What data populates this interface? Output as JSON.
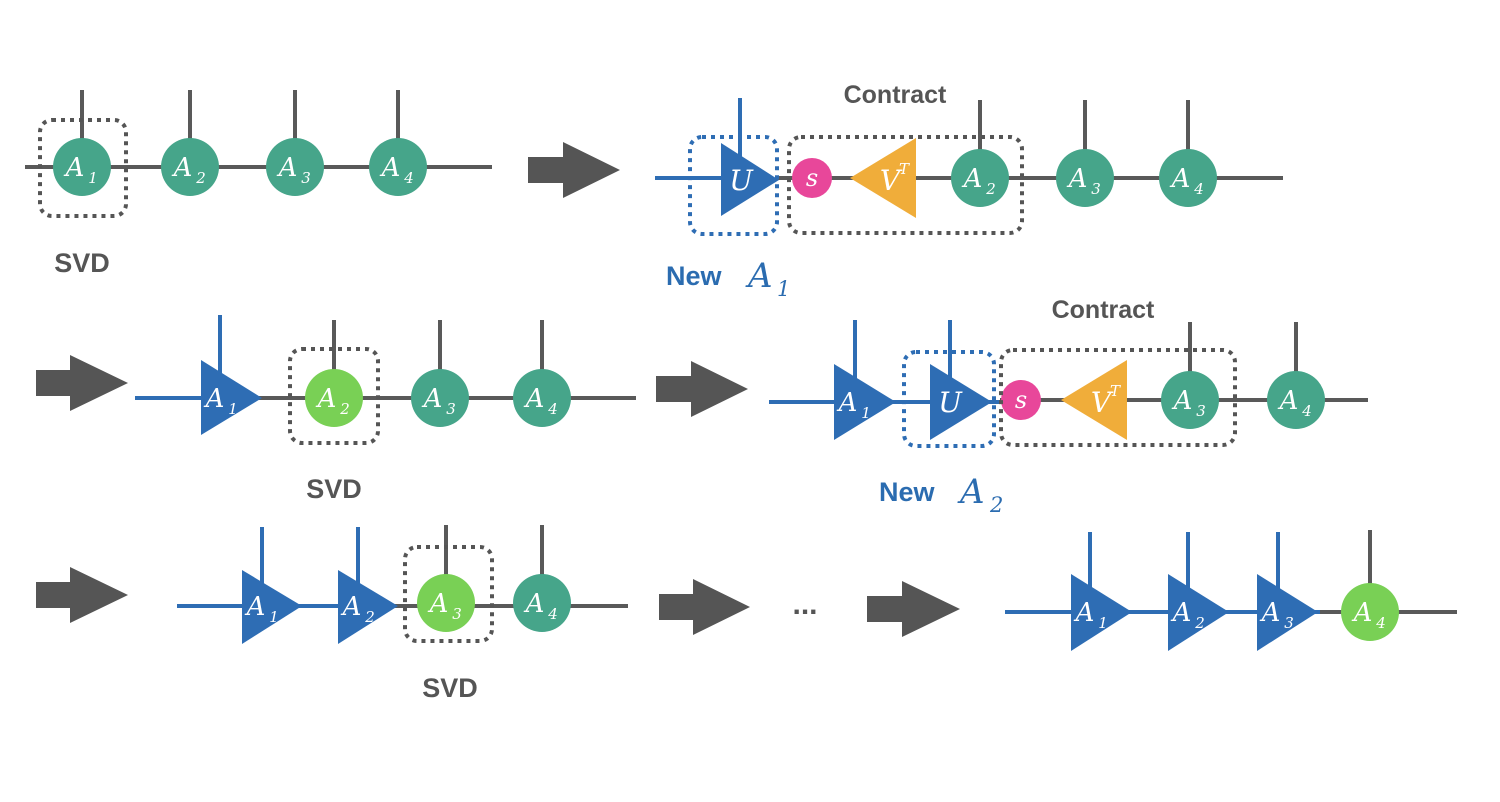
{
  "labels": {
    "svd": "SVD",
    "contract": "Contract",
    "new": "New",
    "ellipsis": "..."
  },
  "symbols": {
    "A": "A",
    "U": "U",
    "s": "s",
    "V": "V",
    "T": "T",
    "sub1": "1",
    "sub2": "2",
    "sub3": "3",
    "sub4": "4"
  },
  "colors": {
    "chain_line": "#595959",
    "isometry_blue": "#2e6db4",
    "tensor_teal": "#46a58a",
    "active_green": "#79d055",
    "singular_pink": "#e8479a",
    "vt_orange": "#f0ad3a",
    "arrow_gray": "#555555",
    "box_dotted_gray": "#555555",
    "box_dotted_blue": "#2e6db4"
  }
}
